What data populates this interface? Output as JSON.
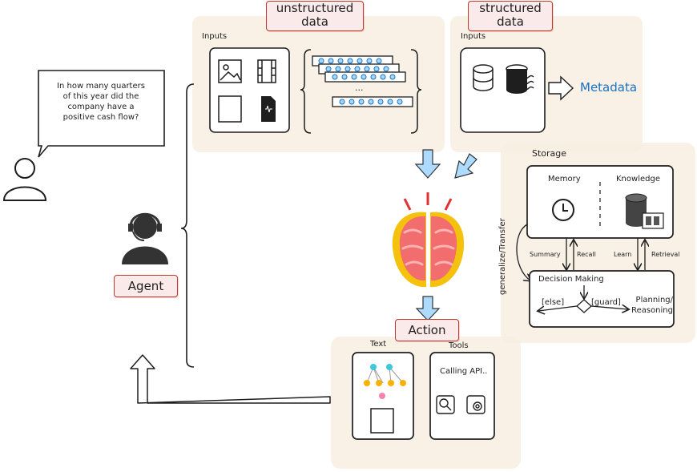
{
  "labels": {
    "unstructured": "unstructured data",
    "structured": "structured data",
    "inputs_left": "Inputs",
    "inputs_right": "Inputs",
    "metadata": "Metadata",
    "storage": "Storage",
    "memory": "Memory",
    "knowledge": "Knowledge",
    "generalize": "generalize/Transfer",
    "summary": "Summary",
    "recall": "Recall",
    "learn": "Learn",
    "retrieval": "Retrieval",
    "decision": "Decision Making",
    "else": "[else]",
    "guard": "[guard]",
    "planning": "Planning/ Reasoning",
    "action": "Action",
    "text": "Text",
    "tools": "Tools",
    "calling": "Calling API..",
    "agent": "Agent",
    "question": "In how many quarters of this year did the company have a positive cash flow?",
    "ellipsis": "..."
  },
  "colors": {
    "accent_red": "#c0392b",
    "panel_bg": "#f8efe2",
    "meta_blue": "#1971c2",
    "brain_red": "#f26d6d",
    "brain_yellow": "#f4c20d"
  }
}
